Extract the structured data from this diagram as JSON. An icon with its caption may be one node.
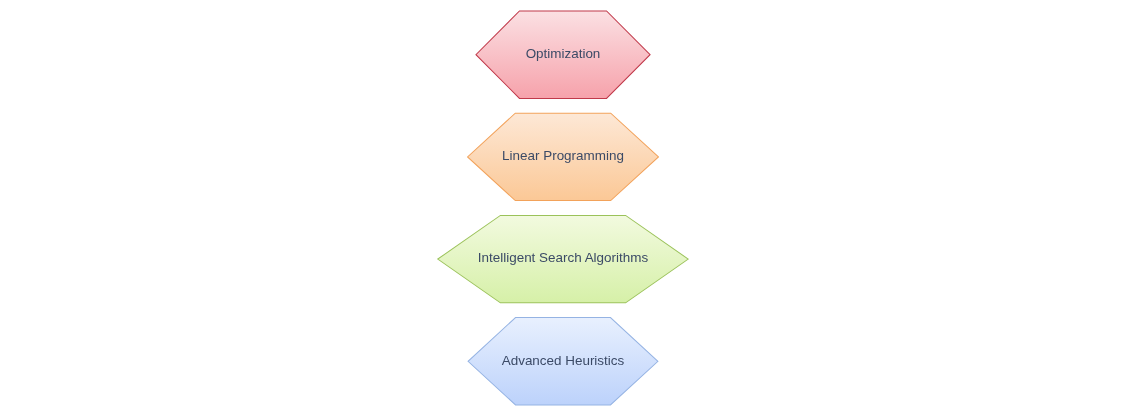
{
  "diagram": {
    "nodes": [
      {
        "text": [
          "Advanced Heuristics"
        ]
      },
      {
        "text": [
          "Intelligent Search Algorithms"
        ]
      },
      {
        "text": [
          "Linear Programming"
        ]
      },
      {
        "text": [
          "Optimization"
        ]
      }
    ]
  }
}
